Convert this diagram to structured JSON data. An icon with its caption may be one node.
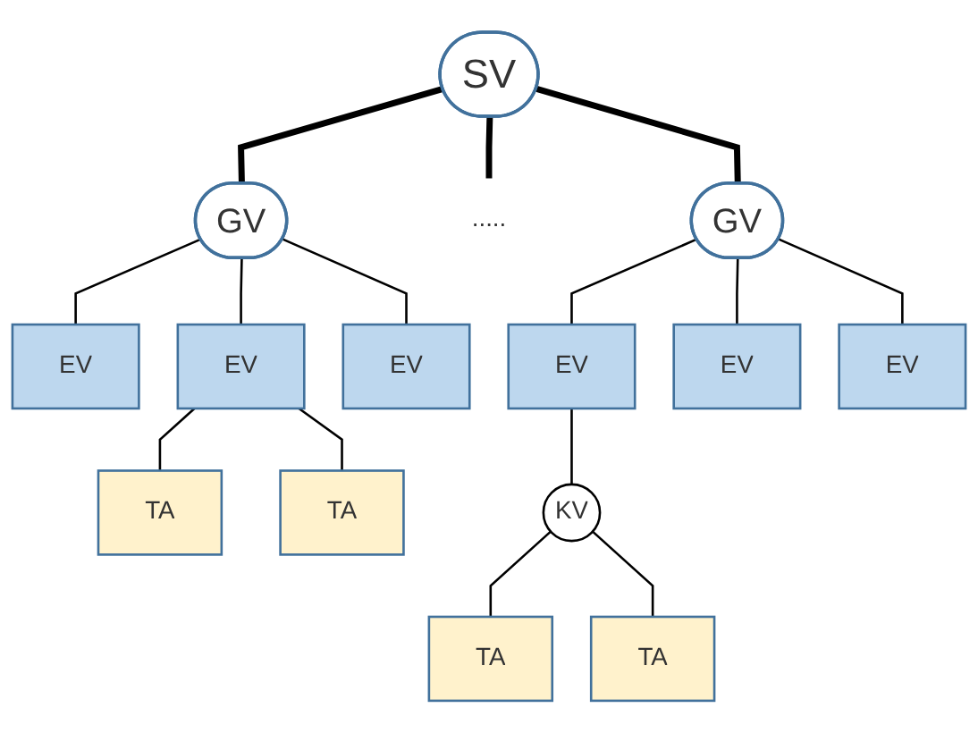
{
  "diagram": {
    "nodes": [
      {
        "text": [
          "SV"
        ]
      },
      {
        "text": [
          "GV"
        ]
      },
      {
        "text": [
          "....."
        ]
      },
      {
        "text": [
          "GV"
        ]
      },
      {
        "text": [
          "EV"
        ]
      },
      {
        "text": [
          "EV"
        ]
      },
      {
        "text": [
          "EV"
        ]
      },
      {
        "text": [
          "EV"
        ]
      },
      {
        "text": [
          "EV"
        ]
      },
      {
        "text": [
          "EV"
        ]
      },
      {
        "text": [
          "TA"
        ]
      },
      {
        "text": [
          "TA"
        ]
      },
      {
        "text": [
          "KV"
        ]
      },
      {
        "text": [
          "TA"
        ]
      },
      {
        "text": [
          "TA"
        ]
      }
    ],
    "edges": [
      {
        "from": 0,
        "to": 1,
        "arrow": "none",
        "style": "thick"
      },
      {
        "from": 0,
        "to": 2,
        "arrow": "none",
        "style": "thick"
      },
      {
        "from": 0,
        "to": 3,
        "arrow": "none",
        "style": "thick"
      },
      {
        "from": 1,
        "to": 4,
        "arrow": "none"
      },
      {
        "from": 1,
        "to": 5,
        "arrow": "none"
      },
      {
        "from": 1,
        "to": 6,
        "arrow": "none"
      },
      {
        "from": 3,
        "to": 7,
        "arrow": "none"
      },
      {
        "from": 3,
        "to": 8,
        "arrow": "none"
      },
      {
        "from": 3,
        "to": 9,
        "arrow": "none"
      },
      {
        "from": 5,
        "to": 10,
        "arrow": "none"
      },
      {
        "from": 5,
        "to": 11,
        "arrow": "none"
      },
      {
        "from": 7,
        "to": 12,
        "arrow": "none"
      },
      {
        "from": 12,
        "to": 13,
        "arrow": "none"
      },
      {
        "from": 12,
        "to": 14,
        "arrow": "none"
      }
    ]
  }
}
